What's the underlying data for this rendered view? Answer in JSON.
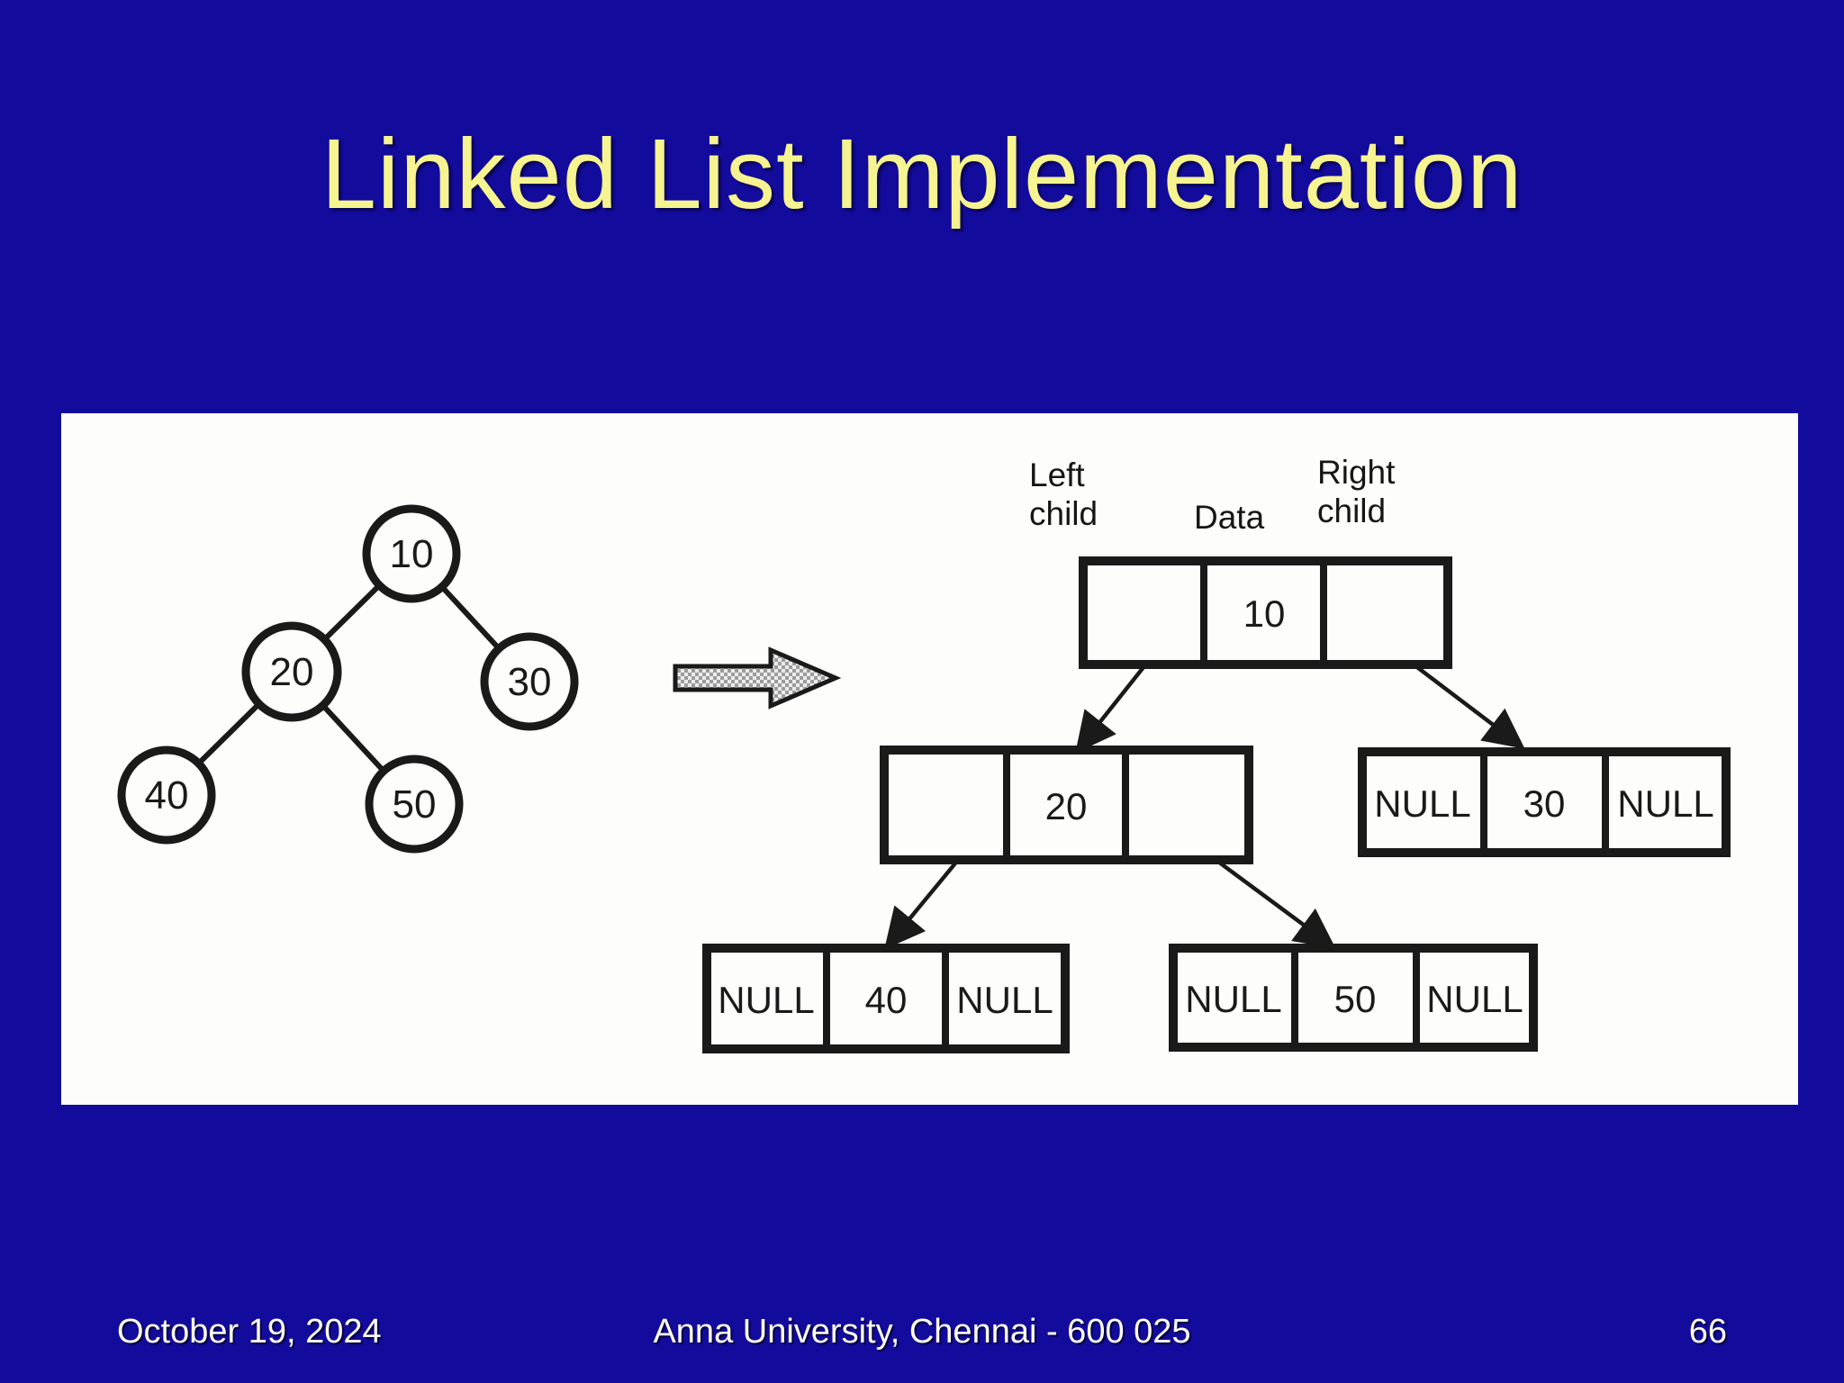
{
  "slide": {
    "title": "Linked List Implementation",
    "footer_date": "October 19, 2024",
    "footer_center": "Anna University, Chennai - 600 025",
    "page_number": "66"
  },
  "colors": {
    "background": "#130b9b",
    "title_text": "#f6f391",
    "footer_text": "#ffffff",
    "panel_background": "#fdfdfc",
    "diagram_ink": "#1a1a1a"
  },
  "diagram": {
    "column_labels": {
      "left_child": "Left child",
      "data": "Data",
      "right_child": "Right child"
    },
    "tree_nodes": [
      {
        "label": "10"
      },
      {
        "label": "20"
      },
      {
        "label": "30"
      },
      {
        "label": "40"
      },
      {
        "label": "50"
      }
    ],
    "tree_edges": [
      [
        "10",
        "20"
      ],
      [
        "10",
        "30"
      ],
      [
        "20",
        "40"
      ],
      [
        "20",
        "50"
      ]
    ],
    "transform_arrow": "right-block-arrow",
    "list_nodes": [
      {
        "data": "10",
        "left": "",
        "right": ""
      },
      {
        "data": "20",
        "left": "",
        "right": ""
      },
      {
        "data": "30",
        "left": "NULL",
        "right": "NULL"
      },
      {
        "data": "40",
        "left": "NULL",
        "right": "NULL"
      },
      {
        "data": "50",
        "left": "NULL",
        "right": "NULL"
      }
    ]
  }
}
